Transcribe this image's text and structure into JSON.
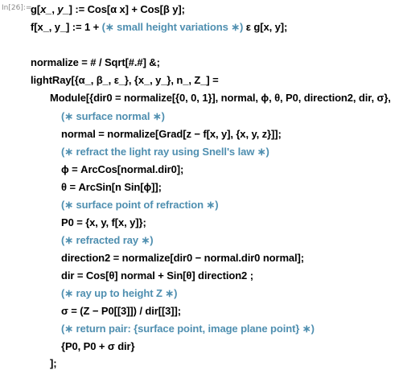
{
  "cell": {
    "label": "In[26]:="
  },
  "colors": {
    "comment": "#4f8fb0",
    "code": "#000000",
    "label": "#8a8a8a"
  },
  "code": {
    "g_def": {
      "lhs": "g[",
      "x_": "x_",
      "sep": ", ",
      "y_": "y_",
      "rest": "] := Cos[α x] + Cos[β y];"
    },
    "f_def": {
      "code": "f[x_, y_] := 1 + ",
      "comment": "(∗ small height variations ∗)",
      "rest": " ε g[x, y];"
    },
    "normalize_def": "normalize = # / Sqrt[#.#] &;",
    "lightray_def": "lightRay[{α_, β_, ε_}, {x_, y_}, n_, Z_] =",
    "module_line": "Module[{dir0 = normalize[{0, 0, 1}], normal, ϕ, θ, P0, direction2, dir, σ},",
    "c_surface_normal": "(∗ surface normal ∗)",
    "normal_line": "normal = normalize[Grad[z − f[x, y], {x, y, z}]];",
    "c_refract": "(∗ refract the light ray using Snell's law ∗)",
    "phi_line": "ϕ = ArcCos[normal.dir0];",
    "theta_line": "θ = ArcSin[n Sin[ϕ]];",
    "c_surface_point": "(∗ surface point of refraction ∗)",
    "p0_line": "P0 = {x, y, f[x, y]};",
    "c_refracted": "(∗ refracted ray ∗)",
    "direction2_line": "direction2 = normalize[dir0 − normal.dir0 normal];",
    "dir_line": "dir = Cos[θ] normal + Sin[θ] direction2 ;",
    "c_ray_up": "(∗ ray up to height Z ∗)",
    "sigma_line": "σ = (Z − P0[[3]]) / dir[[3]];",
    "c_return": "(∗ return pair: {surface point, image plane point} ∗)",
    "return_line": "{P0, P0 + σ dir}",
    "close_line": "];"
  }
}
